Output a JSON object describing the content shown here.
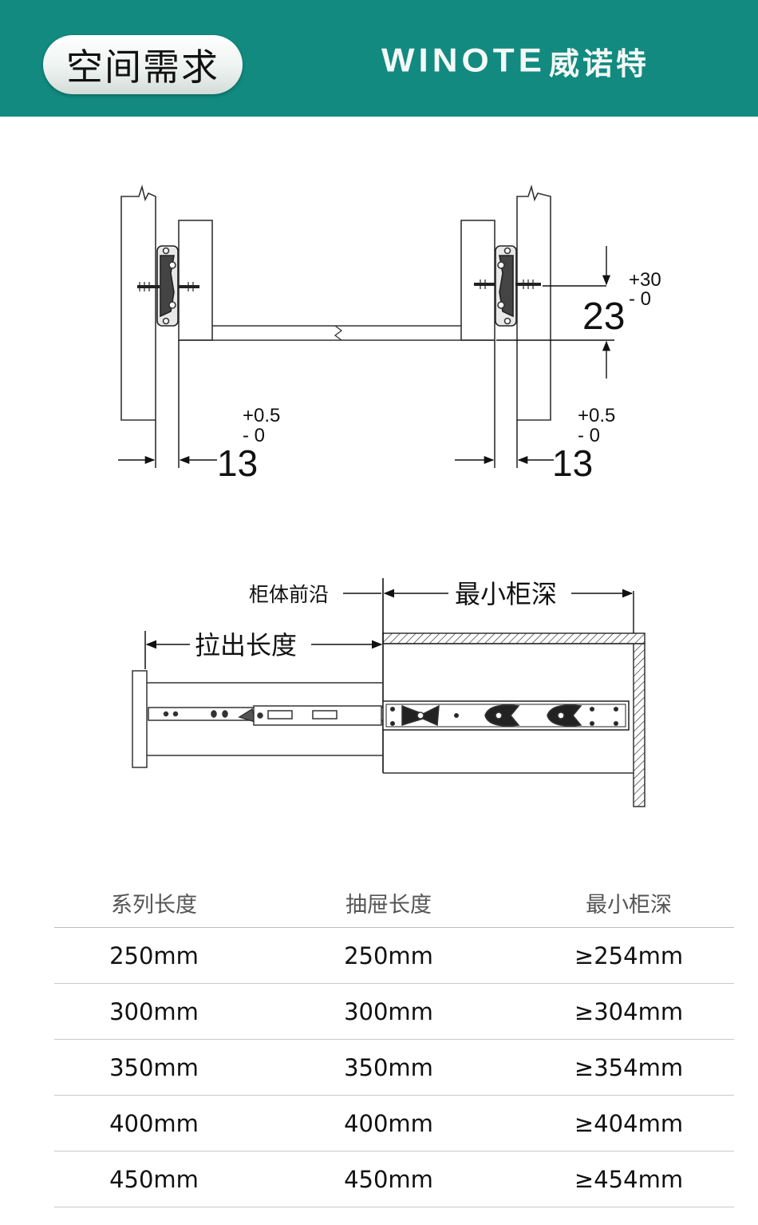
{
  "header": {
    "title": "空间需求",
    "brand_latin": "WINOTE",
    "brand_cn": "威诺特",
    "bg_color": "#128a80"
  },
  "front_view": {
    "vertical_dim": {
      "value": "23",
      "upper_tol": "+30",
      "lower_tol": "- 0"
    },
    "left_side_dim": {
      "value": "13",
      "upper_tol": "+0.5",
      "lower_tol": "- 0"
    },
    "right_side_dim": {
      "value": "13",
      "upper_tol": "+0.5",
      "lower_tol": "- 0"
    }
  },
  "side_view": {
    "cabinet_front_label": "柜体前沿",
    "min_depth_label": "最小柜深",
    "pull_length_label": "拉出长度"
  },
  "table": {
    "headers": [
      "系列长度",
      "抽屉长度",
      "最小柜深"
    ],
    "rows": [
      [
        "250mm",
        "250mm",
        "≥254mm"
      ],
      [
        "300mm",
        "300mm",
        "≥304mm"
      ],
      [
        "350mm",
        "350mm",
        "≥354mm"
      ],
      [
        "400mm",
        "400mm",
        "≥404mm"
      ],
      [
        "450mm",
        "450mm",
        "≥454mm"
      ]
    ]
  }
}
